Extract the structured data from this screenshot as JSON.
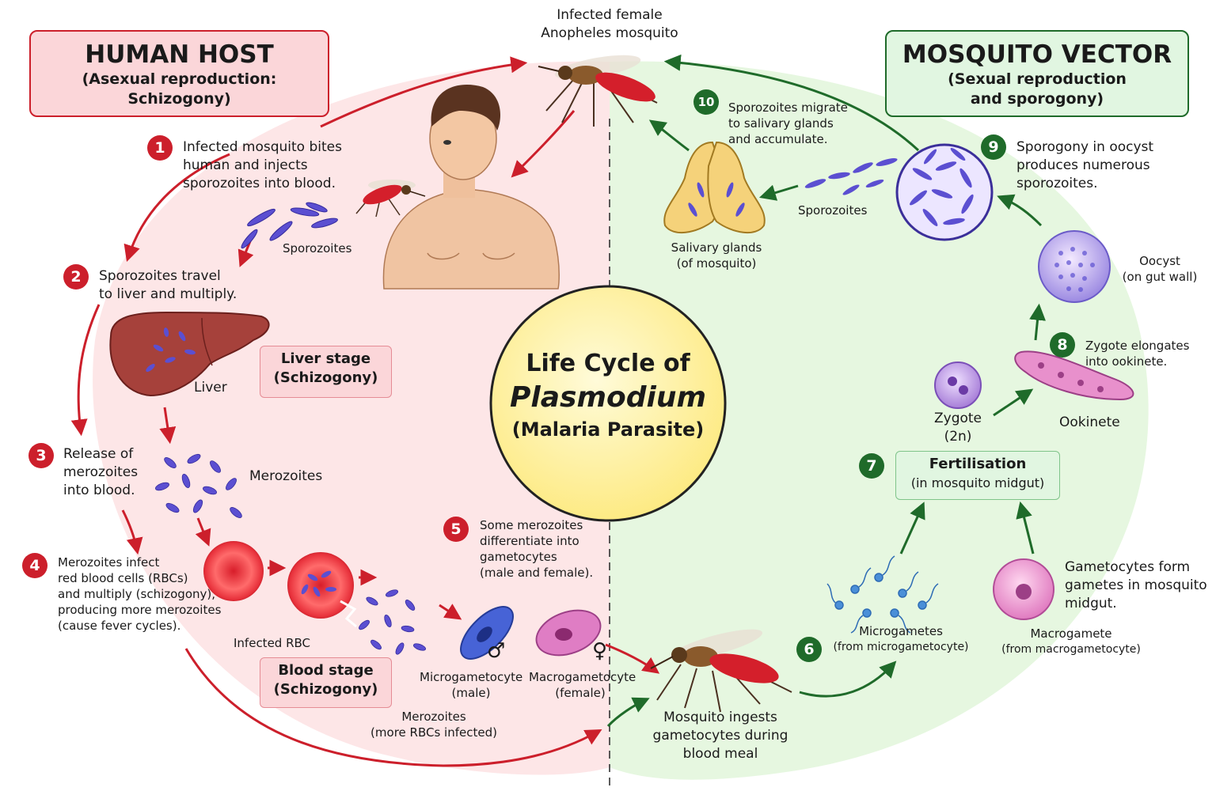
{
  "diagram": {
    "title_line1": "Life Cycle of",
    "title_line2": "Plasmodium",
    "title_line3": "(Malaria Parasite)"
  },
  "human_host": {
    "heading": "HUMAN HOST",
    "sub1": "(Asexual reproduction:",
    "sub2": "Schizogony)"
  },
  "mosquito_vector": {
    "heading": "MOSQUITO VECTOR",
    "sub1": "(Sexual reproduction",
    "sub2": "and sporogony)"
  },
  "top_label": {
    "line1": "Infected female",
    "line2": "Anopheles mosquito"
  },
  "steps": [
    {
      "num": "1",
      "lines": [
        "Infected mosquito bites",
        "human and injects",
        "sporozoites into blood."
      ]
    },
    {
      "num": "2",
      "lines": [
        "Sporozoites travel",
        "to liver and multiply."
      ]
    },
    {
      "num": "3",
      "lines": [
        "Release of",
        "merozoites",
        "into blood."
      ]
    },
    {
      "num": "4",
      "lines": [
        "Merozoites infect",
        "red blood cells (RBCs)",
        "and multiply (schizogony),",
        "producing more merozoites",
        "(cause fever cycles)."
      ]
    },
    {
      "num": "5",
      "lines": [
        "Some merozoites",
        "differentiate into",
        "gametocytes",
        "(male and female)."
      ]
    },
    {
      "num": "6",
      "lines": []
    },
    {
      "num": "7",
      "lines": []
    },
    {
      "num": "8",
      "lines": [
        "Zygote elongates",
        "into ookinete."
      ]
    },
    {
      "num": "9",
      "lines": [
        "Sporogony in oocyst",
        "produces numerous",
        "sporozoites."
      ]
    },
    {
      "num": "10",
      "lines": [
        "Sporozoites migrate",
        "to salivary glands",
        "and accumulate."
      ]
    }
  ],
  "labels": {
    "sporozoites_left": "Sporozoites",
    "liver": "Liver",
    "liver_stage_1": "Liver stage",
    "liver_stage_2": "(Schizogony)",
    "merozoites": "Merozoites",
    "infected_rbc": "Infected RBC",
    "blood_stage_1": "Blood stage",
    "blood_stage_2": "(Schizogony)",
    "merozoites_bottom_1": "Merozoites",
    "merozoites_bottom_2": "(more RBCs infected)",
    "microgametocyte_1": "Microgametocyte",
    "microgametocyte_2": "(male)",
    "macrogametocyte_1": "Macrogametocyte",
    "macrogametocyte_2": "(female)",
    "male_symbol": "♂",
    "female_symbol": "♀",
    "ingest_1": "Mosquito ingests",
    "ingest_2": "gametocytes during",
    "ingest_3": "blood meal",
    "microgametes_1": "Microgametes",
    "microgametes_2": "(from microgametocyte)",
    "macrogamete_1": "Macrogamete",
    "macrogamete_2": "(from macrogametocyte)",
    "gametes_1": "Gametocytes form",
    "gametes_2": "gametes in mosquito",
    "gametes_3": "midgut.",
    "fert_1": "Fertilisation",
    "fert_2": "(in mosquito midgut)",
    "zygote_1": "Zygote",
    "zygote_2": "(2n)",
    "ookinete": "Ookinete",
    "oocyst_1": "Oocyst",
    "oocyst_2": "(on gut wall)",
    "sporozoites_right": "Sporozoites",
    "salivary_1": "Salivary glands",
    "salivary_2": "(of mosquito)"
  },
  "colors": {
    "human_red": "#cc1f2b",
    "vector_green": "#1f6b2a",
    "pink_bg": "#fde3e4",
    "green_bg": "#e4f7df",
    "center_yellow": "#fff3a6",
    "parasite_purple": "#5b4fd1"
  }
}
